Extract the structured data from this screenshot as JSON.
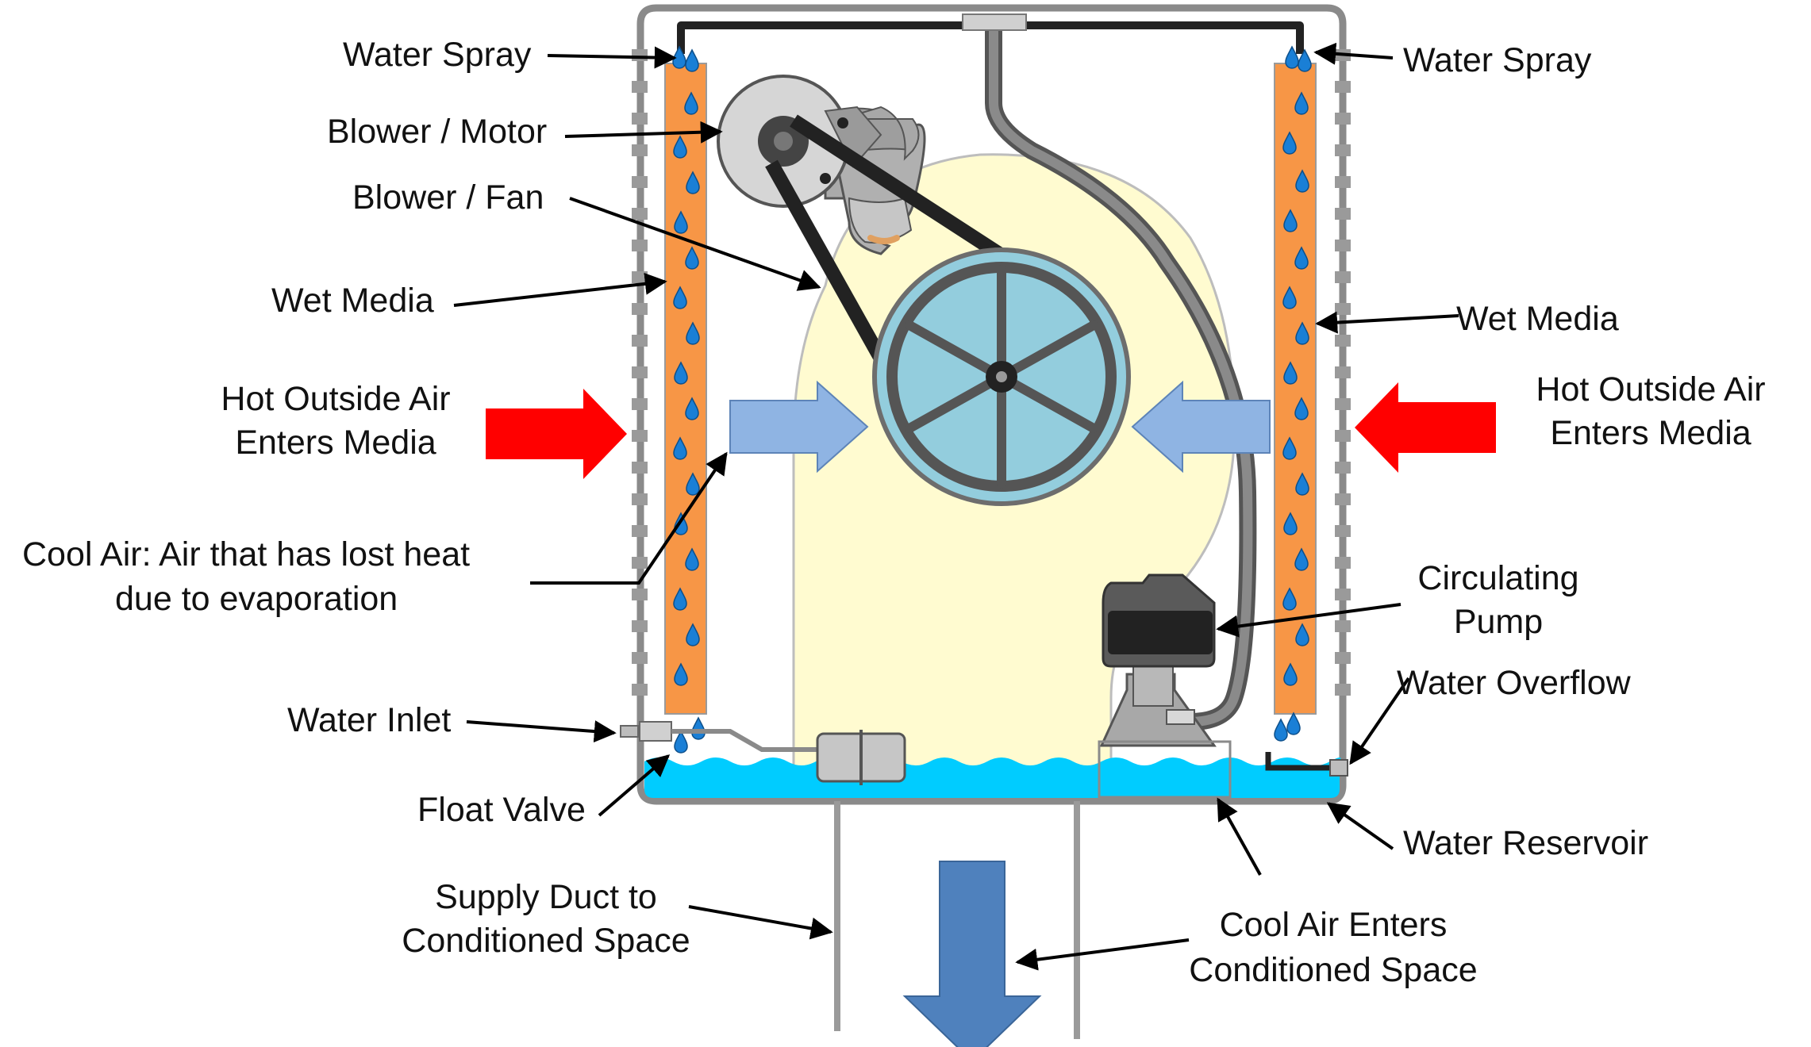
{
  "labels": {
    "water_spray_left": "Water Spray",
    "water_spray_right": "Water Spray",
    "blower_motor": "Blower / Motor",
    "blower_fan": "Blower / Fan",
    "wet_media_left": "Wet Media",
    "wet_media_right": "Wet Media",
    "hot_air_left_line1": "Hot Outside Air",
    "hot_air_left_line2": "Enters Media",
    "hot_air_right_line1": "Hot Outside Air",
    "hot_air_right_line2": "Enters Media",
    "cool_air_line1": "Cool Air:  Air that has lost heat",
    "cool_air_line2": "due to evaporation",
    "circulating_pump_line1": "Circulating",
    "circulating_pump_line2": "Pump",
    "water_overflow": "Water Overflow",
    "water_inlet": "Water Inlet",
    "float_valve": "Float Valve",
    "water_reservoir": "Water Reservoir",
    "supply_duct_line1": "Supply Duct to",
    "supply_duct_line2": "Conditioned Space",
    "cool_air_enters_line1": "Cool Air Enters",
    "cool_air_enters_line2": "Conditioned Space"
  },
  "colors": {
    "hot_air_arrow": "#ff0000",
    "internal_air_arrow": "#8fb4e3",
    "supply_air_arrow": "#4f81bd",
    "wet_media": "#f79646",
    "water": "#00ccff",
    "water_drop": "#1a7fd6",
    "blower_housing": "#fffbd0",
    "fan_wheel": "#93cddd",
    "housing_frame": "#8a8a8a",
    "belt": "#222222"
  },
  "icons": {
    "water_drop": "droplet-icon",
    "air_flow": "arrow-icon"
  }
}
